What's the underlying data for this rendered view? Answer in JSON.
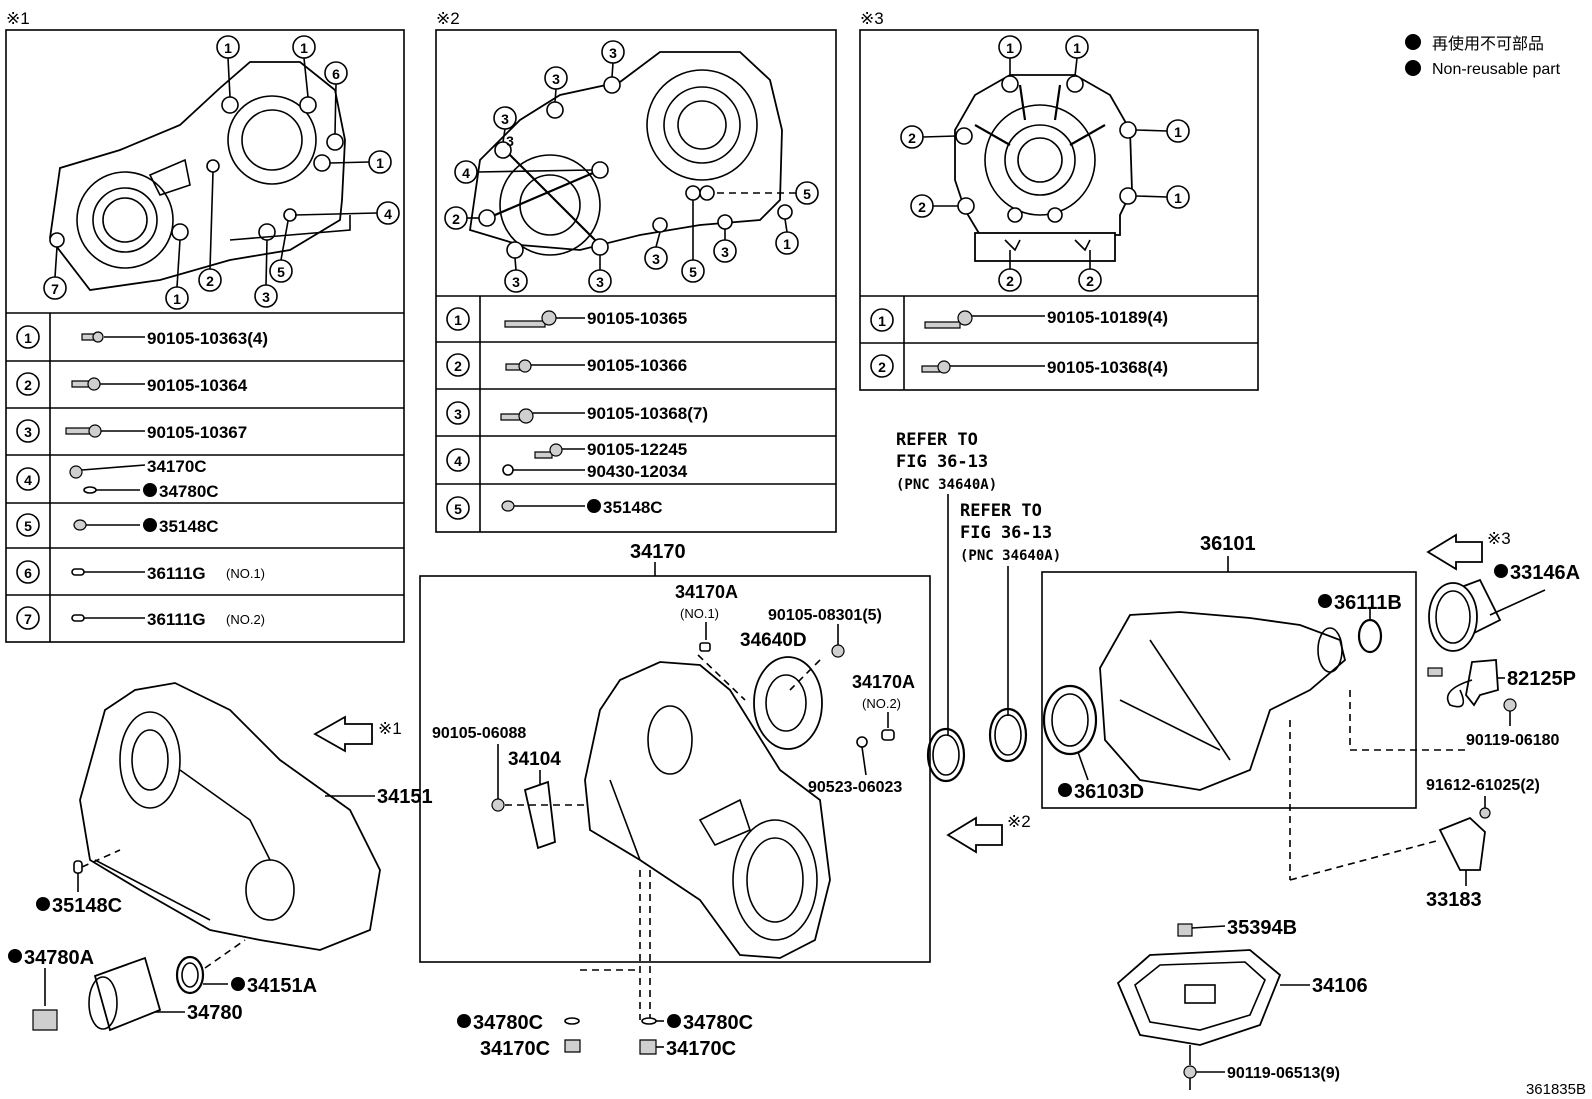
{
  "legend": {
    "line_jp": "再使用不可部品",
    "line_en": "Non-reusable part"
  },
  "figure_number": "361835B",
  "insets": {
    "inset1": {
      "marker": "※1",
      "rows": [
        {
          "index": "1",
          "part": "90105-10363(4)"
        },
        {
          "index": "2",
          "part": "90105-10364"
        },
        {
          "index": "3",
          "part": "90105-10367"
        },
        {
          "index": "4",
          "part_a": "34170C",
          "part_b": "34780C"
        },
        {
          "index": "5",
          "part": "35148C"
        },
        {
          "index": "6",
          "part": "36111G",
          "note": "(NO.1)"
        },
        {
          "index": "7",
          "part": "36111G",
          "note": "(NO.2)"
        }
      ],
      "callouts": [
        "1",
        "1",
        "6",
        "1",
        "4",
        "2",
        "5",
        "3",
        "1",
        "7"
      ]
    },
    "inset2": {
      "marker": "※2",
      "rows": [
        {
          "index": "1",
          "part": "90105-10365"
        },
        {
          "index": "2",
          "part": "90105-10366"
        },
        {
          "index": "3",
          "part": "90105-10368(7)"
        },
        {
          "index": "4",
          "part_a": "90105-12245",
          "part_b": "90430-12034"
        },
        {
          "index": "5",
          "part": "35148C"
        }
      ],
      "callouts": [
        "3",
        "3",
        "3",
        "3",
        "4",
        "2",
        "3",
        "3",
        "5",
        "5",
        "3",
        "3",
        "1"
      ]
    },
    "inset3": {
      "marker": "※3",
      "rows": [
        {
          "index": "1",
          "part": "90105-10189(4)"
        },
        {
          "index": "2",
          "part": "90105-10368(4)"
        }
      ],
      "callouts": [
        "1",
        "1",
        "2",
        "1",
        "2",
        "1",
        "2",
        "2"
      ]
    }
  },
  "refer": {
    "a": {
      "line1": "REFER TO",
      "line2": "FIG 36-13",
      "line3": "(PNC 34640A)"
    },
    "b": {
      "line1": "REFER TO",
      "line2": "FIG 36-13",
      "line3": "(PNC 34640A)"
    }
  },
  "labels": {
    "p34170": "34170",
    "p34170A_1": "34170A",
    "no1": "(NO.1)",
    "p90105_08301": "90105-08301(5)",
    "p34640D": "34640D",
    "p34170A_2": "34170A",
    "no2": "(NO.2)",
    "p90105_06088": "90105-06088",
    "p34104": "34104",
    "p90523_06023": "90523-06023",
    "p34151": "34151",
    "p35148C": "35148C",
    "p34780A": "34780A",
    "p34151A": "34151A",
    "p34780": "34780",
    "p34780C_a": "34780C",
    "p34170C_a": "34170C",
    "p34780C_b": "34780C",
    "p34170C_b": "34170C",
    "p36101": "36101",
    "p36111B": "36111B",
    "p36103D": "36103D",
    "p33146A": "33146A",
    "p82125P": "82125P",
    "p90119_06180": "90119-06180",
    "p91612_61025": "91612-61025(2)",
    "p33183": "33183",
    "p35394B": "35394B",
    "p34106": "34106",
    "p90119_06513": "90119-06513(9)"
  },
  "view_markers": {
    "v1": "※1",
    "v2": "※2",
    "v3": "※3"
  }
}
